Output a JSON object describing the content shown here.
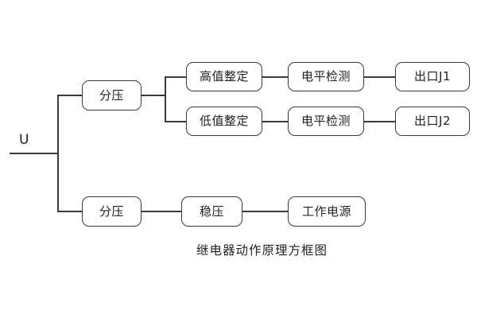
{
  "diagram": {
    "caption": "继电器动作原理方框图",
    "input_label": "U",
    "colors": {
      "background": "#ffffff",
      "line": "#3a3a3a",
      "text": "#222222",
      "box_fill": "#ffffff"
    },
    "nodes": {
      "divider_top": "分压",
      "high_setting": "高值整定",
      "low_setting": "低值整定",
      "level_detect_high": "电平检测",
      "level_detect_low": "电平检测",
      "output_j1": "出口J1",
      "output_j2": "出口J2",
      "divider_bottom": "分压",
      "voltage_regulator": "稳压",
      "working_power": "工作电源"
    }
  }
}
